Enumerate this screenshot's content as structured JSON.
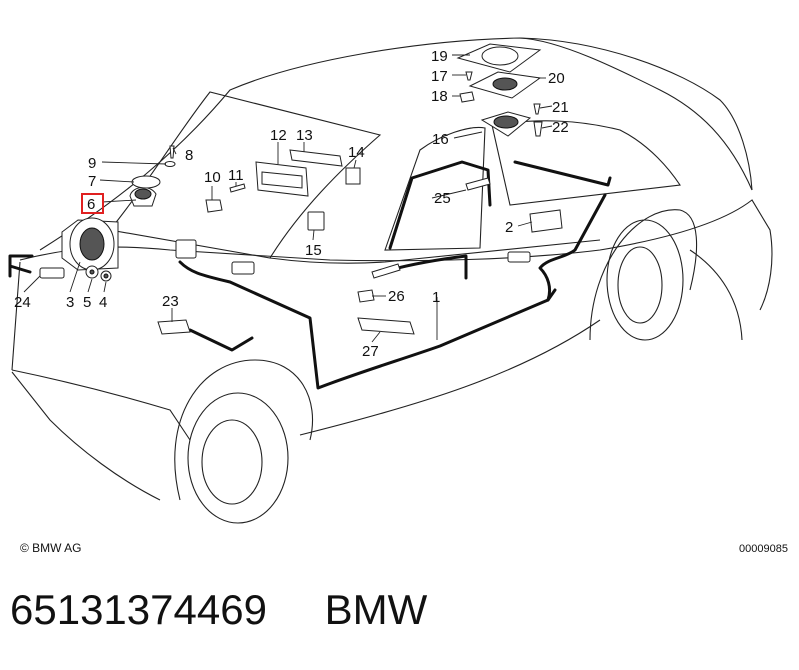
{
  "copyright": "© BMW AG",
  "diagram_id": "00009085",
  "part_number": "65131374469",
  "brand": "BMW",
  "highlighted_callout": "6",
  "colors": {
    "highlight": "#e02020",
    "ink": "#111111"
  },
  "callouts": [
    "1",
    "2",
    "3",
    "4",
    "5",
    "6",
    "7",
    "8",
    "9",
    "10",
    "11",
    "12",
    "13",
    "14",
    "15",
    "16",
    "17",
    "18",
    "19",
    "20",
    "21",
    "22",
    "23",
    "24",
    "25",
    "26",
    "27"
  ]
}
